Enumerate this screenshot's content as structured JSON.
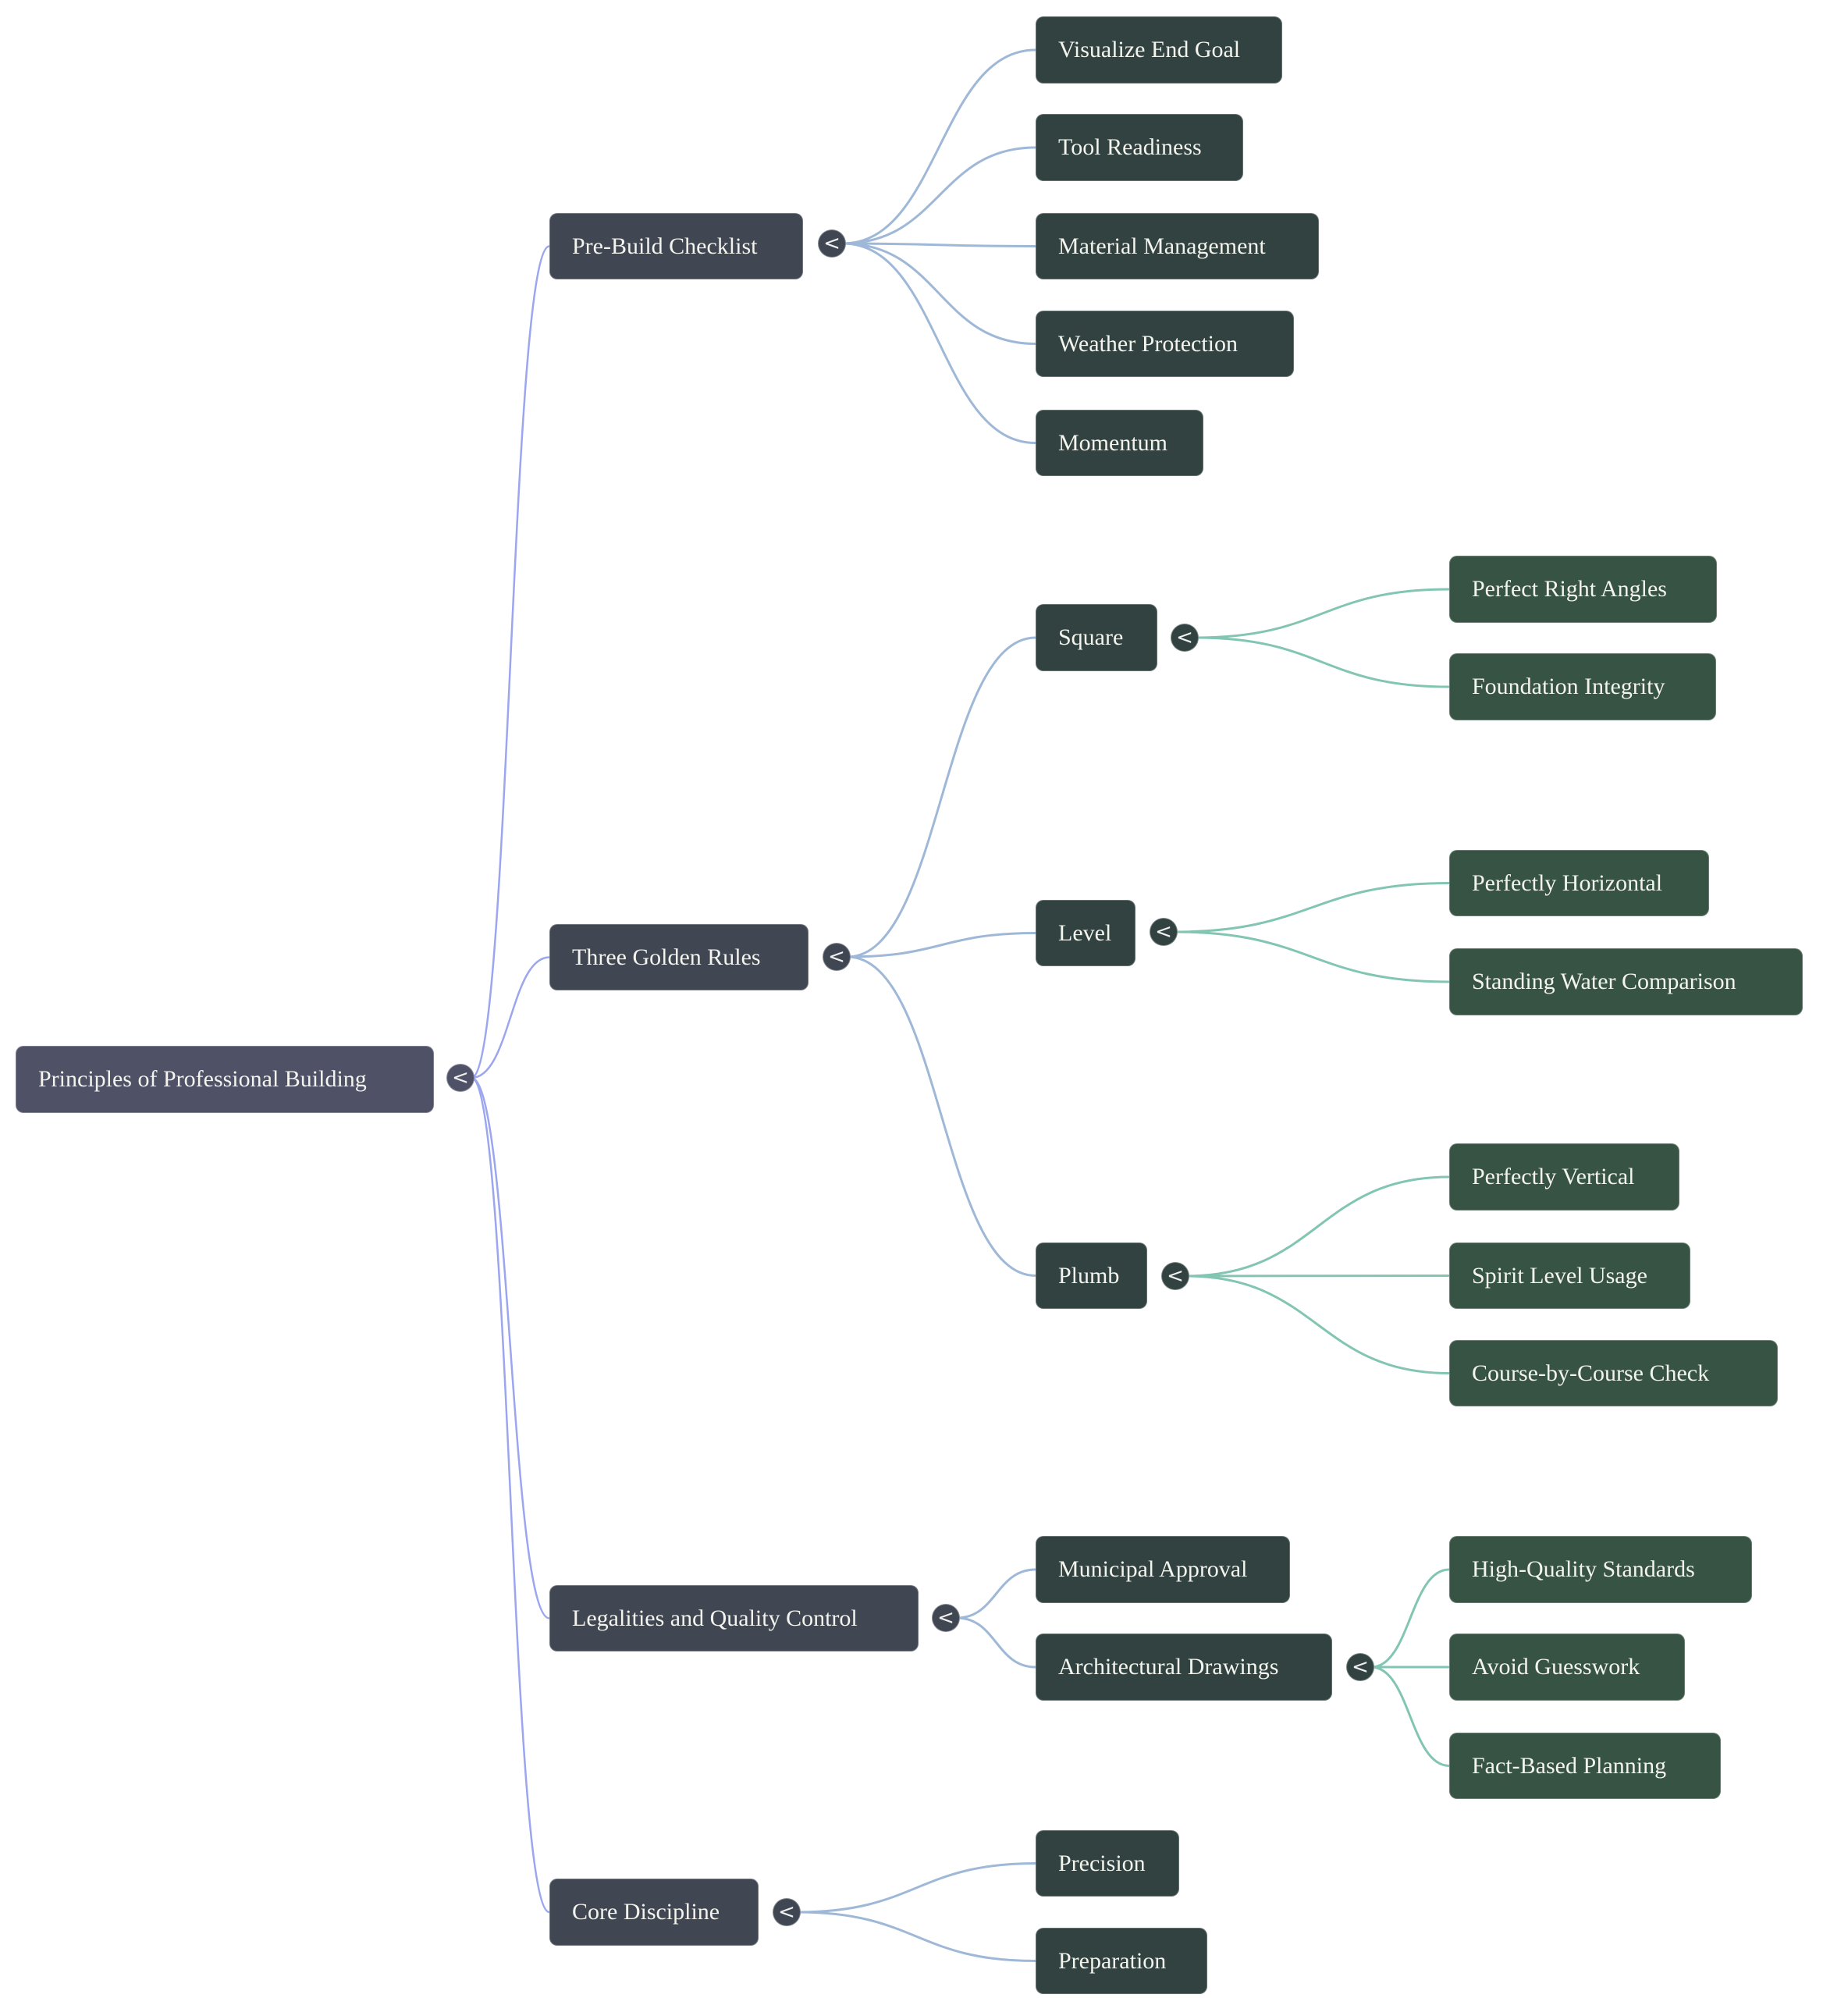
{
  "colors": {
    "root_edge": "#9ba6ef",
    "level1_edge": "#9fb8d8",
    "level2_edge": "#82c5b2",
    "root_fill": "#4f5166",
    "level1_fill": "#404753",
    "level2_fill": "#314240",
    "level3_fill": "#375343",
    "text": "#f4f4ee"
  },
  "toggle_glyph": "<",
  "root": {
    "label": "Principles of Professional Building",
    "children": [
      {
        "label": "Pre-Build Checklist",
        "children": [
          {
            "label": "Visualize End Goal"
          },
          {
            "label": "Tool Readiness"
          },
          {
            "label": "Material Management"
          },
          {
            "label": "Weather Protection"
          },
          {
            "label": "Momentum"
          }
        ]
      },
      {
        "label": "Three Golden Rules",
        "children": [
          {
            "label": "Square",
            "children": [
              {
                "label": "Perfect Right Angles"
              },
              {
                "label": "Foundation Integrity"
              }
            ]
          },
          {
            "label": "Level",
            "children": [
              {
                "label": "Perfectly Horizontal"
              },
              {
                "label": "Standing Water Comparison"
              }
            ]
          },
          {
            "label": "Plumb",
            "children": [
              {
                "label": "Perfectly Vertical"
              },
              {
                "label": "Spirit Level Usage"
              },
              {
                "label": "Course-by-Course Check"
              }
            ]
          }
        ]
      },
      {
        "label": "Legalities and Quality Control",
        "children": [
          {
            "label": "Municipal Approval"
          },
          {
            "label": "Architectural Drawings",
            "children": [
              {
                "label": "High-Quality Standards"
              },
              {
                "label": "Avoid Guesswork"
              },
              {
                "label": "Fact-Based Planning"
              }
            ]
          }
        ]
      },
      {
        "label": "Core Discipline",
        "children": [
          {
            "label": "Precision"
          },
          {
            "label": "Preparation"
          }
        ]
      }
    ]
  }
}
